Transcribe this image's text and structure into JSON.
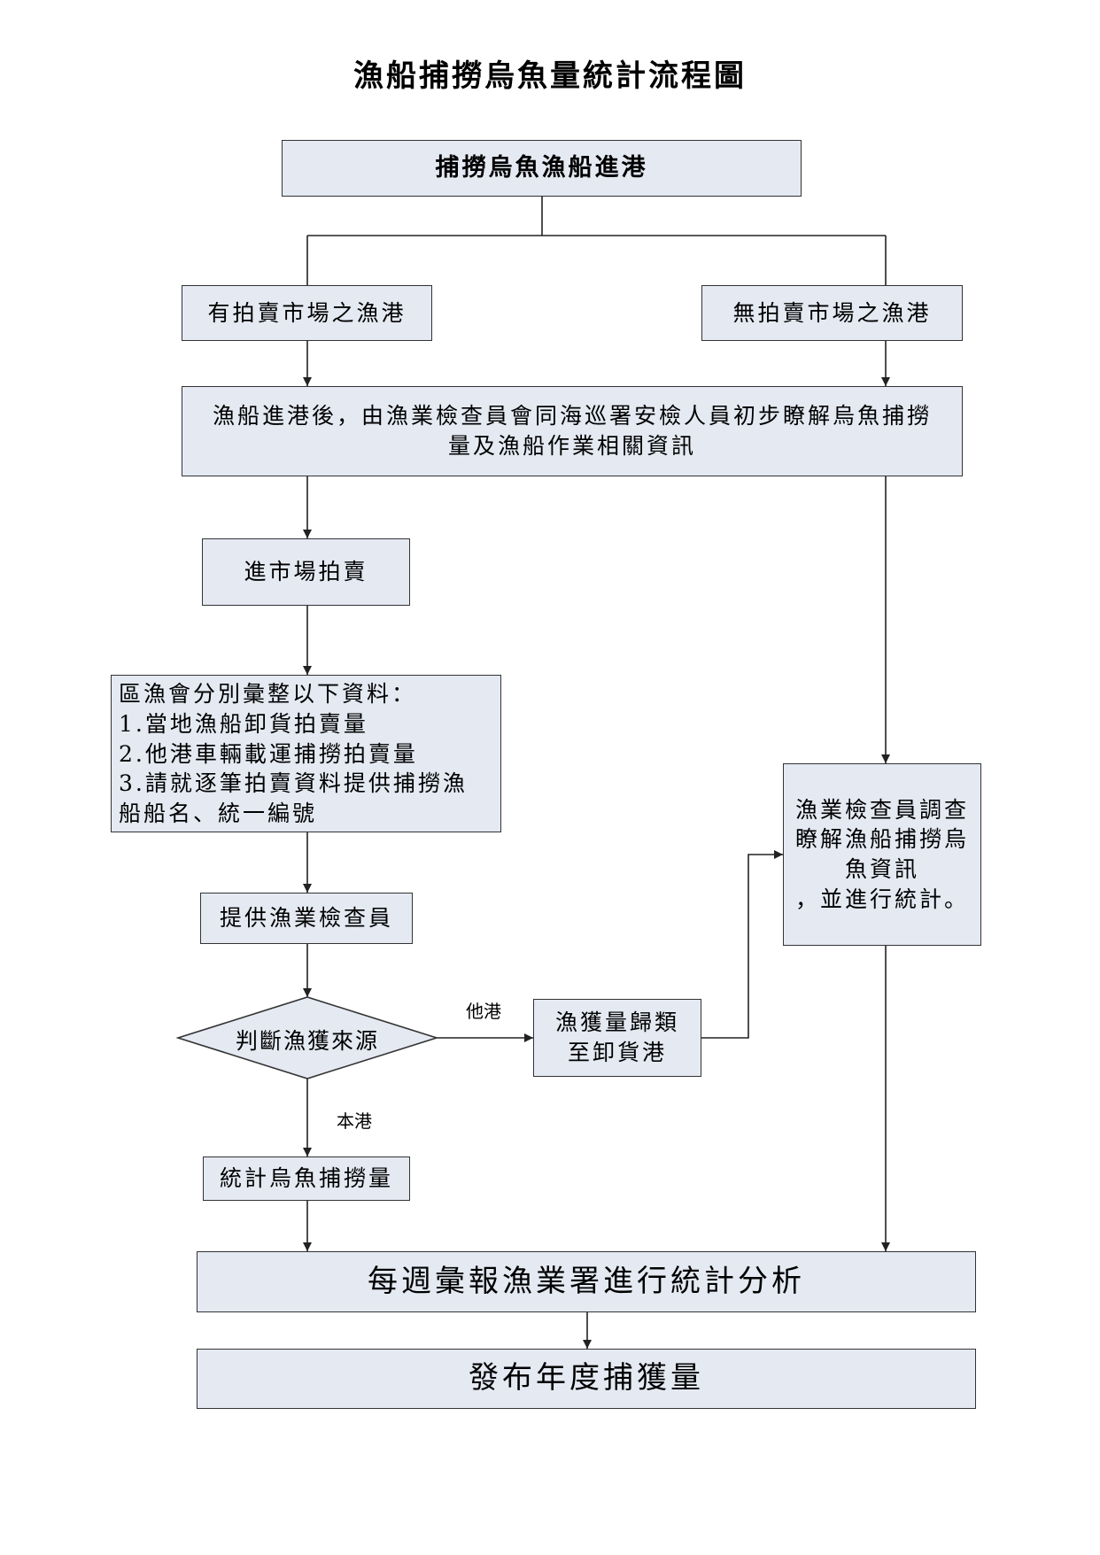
{
  "title": "漁船捕撈烏魚量統計流程圖",
  "nodes": {
    "start": "捕撈烏魚漁船進港",
    "with_market": "有拍賣市場之漁港",
    "without_market": "無拍賣市場之漁港",
    "initial_check": [
      "漁船進港後，由漁業檢查員會同海巡署安檢人員初步瞭解烏魚捕撈",
      "量及漁船作業相關資訊"
    ],
    "auction": "進市場拍賣",
    "fishery_assoc": [
      "區漁會分別彙整以下資料：",
      "1.當地漁船卸貨拍賣量",
      "2.他港車輛載運捕撈拍賣量",
      "3.請就逐筆拍賣資料提供捕撈漁",
      "船船名、統一編號"
    ],
    "provide_inspector": "提供漁業檢查員",
    "decision": "判斷漁獲來源",
    "reclassify": [
      "漁獲量歸類",
      "至卸貨港"
    ],
    "inspector_survey": [
      "漁業檢查員調查",
      "瞭解漁船捕撈烏",
      "魚資訊",
      "，並進行統計。"
    ],
    "count": "統計烏魚捕撈量",
    "weekly_report": "每週彙報漁業署進行統計分析",
    "publish": "發布年度捕獲量"
  },
  "edge_labels": {
    "other_port": "他港",
    "this_port": "本港"
  },
  "colors": {
    "box_fill": "#e4e9f2",
    "stroke": "#333333"
  }
}
